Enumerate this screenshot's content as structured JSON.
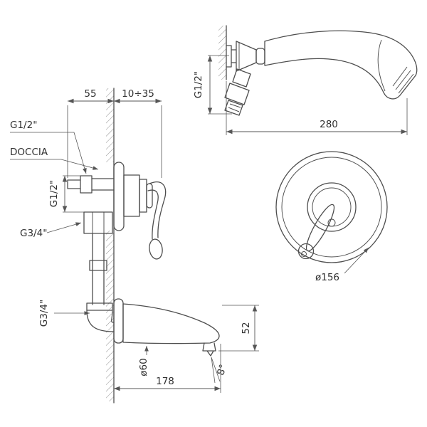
{
  "figure": {
    "type": "technical-drawing",
    "views": {
      "hand_shower": {
        "thread_label": "G1/2\"",
        "length_mm": "280"
      },
      "mixer_side": {
        "dim_wall_offset": "55",
        "dim_wall_range": "10÷35",
        "inlet_label": "G1/2\"",
        "shower_outlet_label": "DOCCIA",
        "valve_thread": "G1/2\"",
        "tee_thread": "G3/4\"",
        "pipe_thread": "G3/4\""
      },
      "spout": {
        "height": "52",
        "flange_diameter": "ø60",
        "spray_angle": "8°",
        "length": "178"
      },
      "mixer_front": {
        "plate_diameter": "ø156"
      }
    },
    "colors": {
      "line": "#4d4d4d",
      "dimension": "#565656",
      "background": "#ffffff"
    }
  }
}
